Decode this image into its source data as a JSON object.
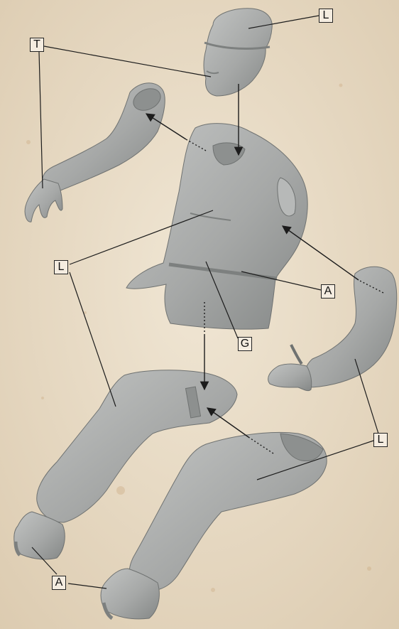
{
  "colors": {
    "paper": "#e9dcc6",
    "part_gray": "#a9abaa",
    "part_shadow": "#7d807f",
    "line": "#1c1c1c"
  },
  "parts": [
    {
      "name": "head-with-cap",
      "icon": "head-cap-part"
    },
    {
      "name": "left-arm",
      "icon": "arm-part"
    },
    {
      "name": "torso-jacket",
      "icon": "torso-part"
    },
    {
      "name": "right-arm",
      "icon": "arm-part"
    },
    {
      "name": "left-leg",
      "icon": "leg-part"
    },
    {
      "name": "right-leg",
      "icon": "leg-part"
    }
  ],
  "callouts": {
    "cap_label": "L",
    "face_hand_label": "T",
    "uniform_label": "L",
    "belt_label": "A",
    "buckle_label": "G",
    "arm_leg_label": "L",
    "boots_label": "A"
  }
}
